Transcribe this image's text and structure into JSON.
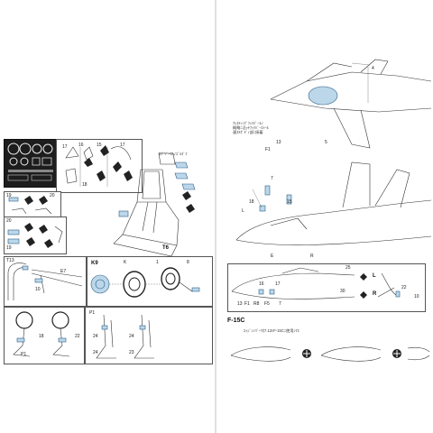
{
  "left_page": {
    "pe_sheet_caption": "",
    "step1": {
      "labels": [
        "17",
        "16",
        "15",
        "18",
        "17"
      ]
    },
    "step2": {
      "labels": [
        "19",
        "20"
      ]
    },
    "seat": {
      "note": "ｴｸﾞｿﾞｰｽﾄﾉｽﾞﾙｷﾞｸ",
      "callout": "T6"
    },
    "step3": {
      "labels": [
        "20",
        "19"
      ]
    },
    "gear_frame": {
      "labels": [
        "T13",
        "E7",
        "10"
      ]
    },
    "wheel_frame": {
      "labels": [
        "K9",
        "K",
        "1",
        "8"
      ]
    },
    "bay_left": {
      "labels": [
        "P1",
        "18",
        "22"
      ]
    },
    "bay_right": {
      "labels": [
        "P1",
        "24",
        "24",
        "24",
        "23"
      ]
    }
  },
  "right_page": {
    "top_note": "ｱﾚｽﾃｨﾝｸﾞﾌｯｸﾊﾞｰ1ﾉ\n概略ﾆ沿ｯﾃﾌｯｸﾊﾞｰｽﾄｰﾙ\n連ﾈﾃﾎﾞﾃﾞｨ部ﾆ接着",
    "top_callouts": [
      "4",
      "F1",
      "13",
      "5"
    ],
    "mid_callouts": [
      "7",
      "18",
      "15",
      "R",
      "L",
      "E"
    ],
    "detail_box": {
      "labels": [
        "16",
        "F1",
        "17",
        "13",
        "R8",
        "F5",
        "7",
        "25",
        "L",
        "R",
        "22",
        "30",
        "10"
      ]
    },
    "f15c": {
      "heading": "F-15C",
      "note": "ｴｯｼﾞﾝﾉﾊﾟｰﾂｶ7.12ﾊF-15Cﾆ使用ｼﾏｽ"
    }
  }
}
